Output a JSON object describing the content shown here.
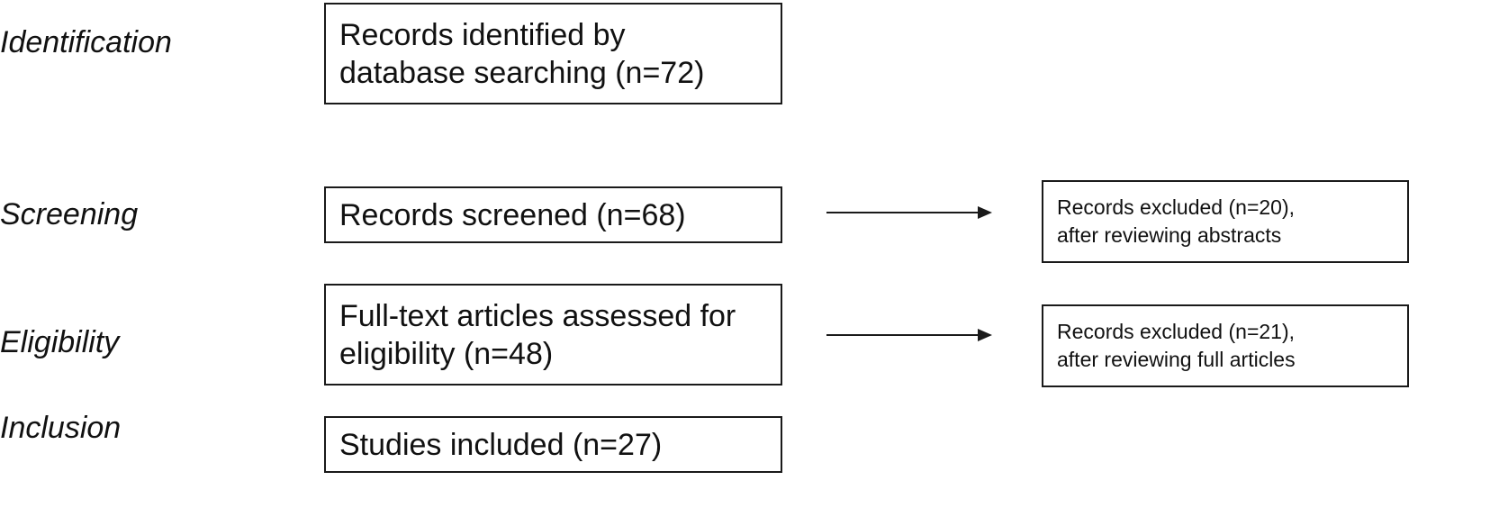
{
  "stages": {
    "identification": "Identification",
    "screening": "Screening",
    "eligibility": "Eligibility",
    "inclusion": "Inclusion"
  },
  "boxes": {
    "identified": "Records identified by\ndatabase searching (n=72)",
    "screened": "Records screened (n=68)",
    "assessed": "Full-text articles assessed for\neligibility (n=48)",
    "included": "Studies included (n=27)"
  },
  "exclusions": {
    "after_abstracts": "Records excluded (n=20),\nafter reviewing abstracts",
    "after_full_articles": "Records excluded (n=21),\nafter reviewing full articles"
  },
  "colors": {
    "line": "#1a1a1a",
    "text": "#111111",
    "background": "#ffffff"
  }
}
